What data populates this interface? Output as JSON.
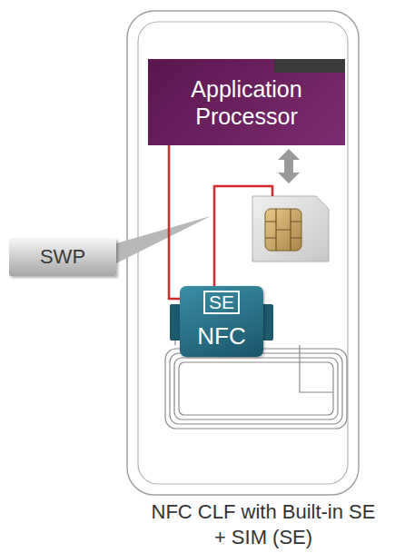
{
  "diagram": {
    "caption": "NFC CLF with Built-in SE + SIM (SE)",
    "nodes": [
      {
        "text": [
          "Application Processor"
        ]
      },
      {
        "text": [
          "SWP"
        ]
      },
      {
        "text": [
          "NFC"
        ]
      },
      {
        "text": [
          "SE"
        ],
        "in": 2
      }
    ],
    "edges": [
      {
        "from": 0,
        "to": 2,
        "arrow": "none"
      }
    ]
  }
}
